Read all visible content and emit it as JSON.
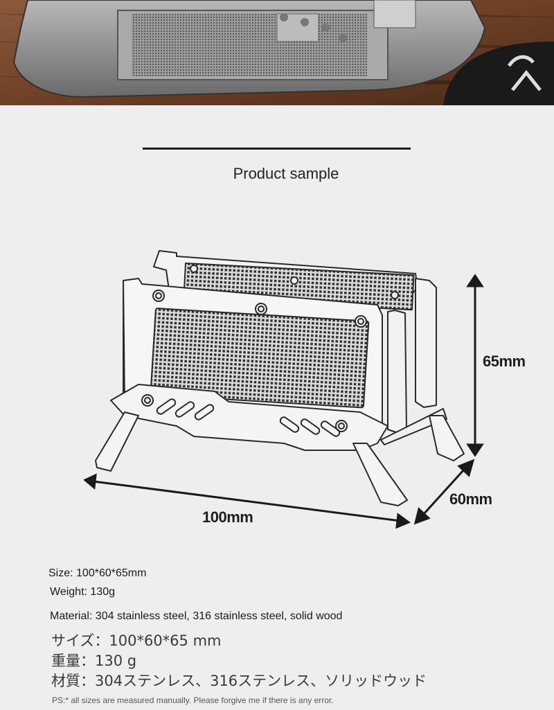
{
  "section": {
    "title": "Product sample"
  },
  "dimensions": {
    "height": "65mm",
    "depth": "60mm",
    "width": "100mm"
  },
  "specs": {
    "size": "Size: 100*60*65mm",
    "weight": "Weight: 130g",
    "material": "Material: 304 stainless steel, 316 stainless steel, solid wood"
  },
  "specs_jp": {
    "size": "サイズ：100*60*65 mm",
    "weight": "重量：130 g",
    "material": "材質：304ステンレス、316ステンレス、ソリッドウッド"
  },
  "note": "PS:* all sizes are measured manually. Please forgive me if there is any error.",
  "colors": {
    "background": "#eeeeee",
    "text": "#1a1a1a",
    "wood": "#7a4a2c"
  }
}
